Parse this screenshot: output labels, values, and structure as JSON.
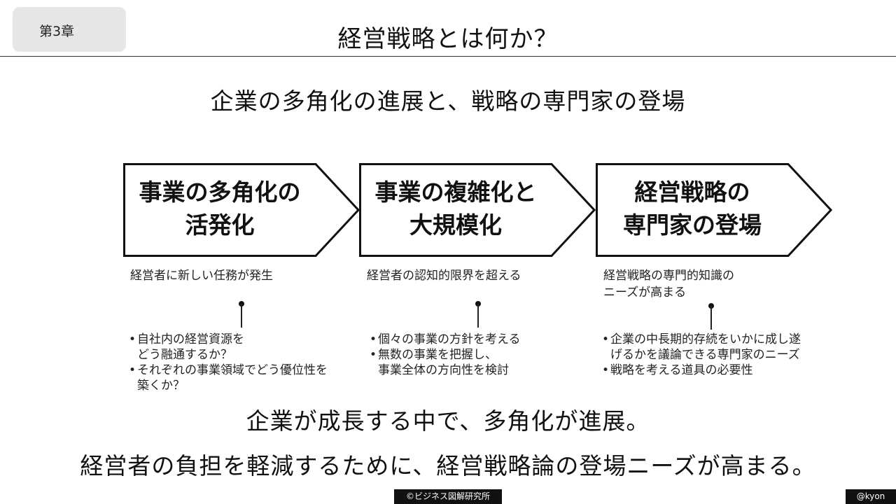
{
  "header": {
    "chapter": "第3章",
    "title": "経営戦略とは何か？"
  },
  "subtitle": "企業の多角化の進展と、戦略の専門家の登場",
  "stages": [
    {
      "title_lines": [
        "事業の多角化の",
        "活発化"
      ],
      "description_lines": [
        "経営者に新しい任務が発生"
      ],
      "bullets": [
        [
          "自社内の経営資源を",
          "どう融通するか？"
        ],
        [
          "それぞれの事業領域でどう優位性を",
          "築くか？"
        ]
      ]
    },
    {
      "title_lines": [
        "事業の複雑化と",
        "大規模化"
      ],
      "description_lines": [
        "経営者の認知的限界を超える"
      ],
      "bullets": [
        [
          "個々の事業の方針を考える"
        ],
        [
          "無数の事業を把握し、",
          "事業全体の方向性を検討"
        ]
      ]
    },
    {
      "title_lines": [
        "経営戦略の",
        "専門家の登場"
      ],
      "description_lines": [
        "経営戦略の専門的知識の",
        "ニーズが高まる"
      ],
      "bullets": [
        [
          "企業の中長期的存続をいかに成し遂",
          "げるかを議論できる専門家のニーズ"
        ],
        [
          "戦略を考える道具の必要性"
        ]
      ]
    }
  ],
  "conclusion": {
    "line1": "企業が成長する中で、多角化が進展。",
    "line2": "経営者の負担を軽減するために、経営戦略論の登場ニーズが高まる。"
  },
  "footer": {
    "credit": "©ビジネス図解研究所",
    "handle": "@kyon"
  }
}
